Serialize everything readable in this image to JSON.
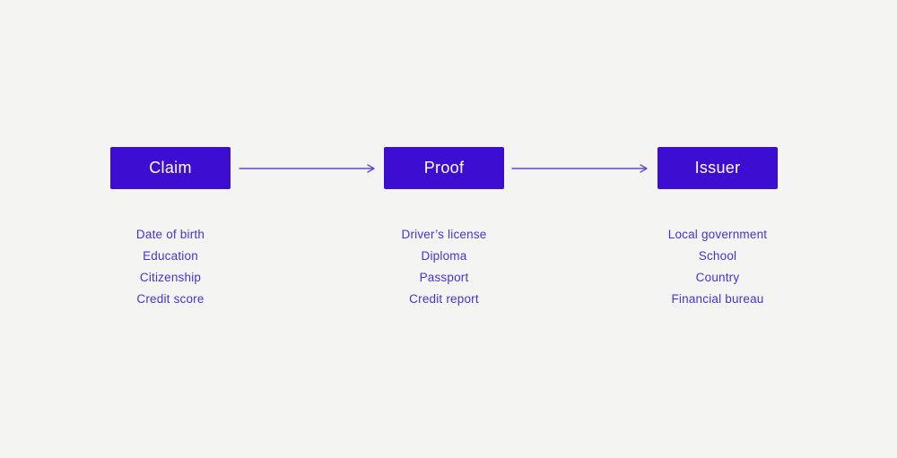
{
  "colors": {
    "bg": "#f4f4f2",
    "box": "#3d0dd2",
    "box-label": "#ffffff",
    "list-text": "#4733d2",
    "arrow": "#5a4ad8"
  },
  "columns": [
    {
      "title": "Claim",
      "items": [
        "Date of birth",
        "Education",
        "Citizenship",
        "Credit score"
      ]
    },
    {
      "title": "Proof",
      "items": [
        "Driver’s license",
        "Diploma",
        "Passport",
        "Credit report"
      ]
    },
    {
      "title": "Issuer",
      "items": [
        "Local government",
        "School",
        "Country",
        "Financial bureau"
      ]
    }
  ],
  "arrows": [
    {
      "from": "Claim",
      "to": "Proof"
    },
    {
      "from": "Proof",
      "to": "Issuer"
    }
  ]
}
